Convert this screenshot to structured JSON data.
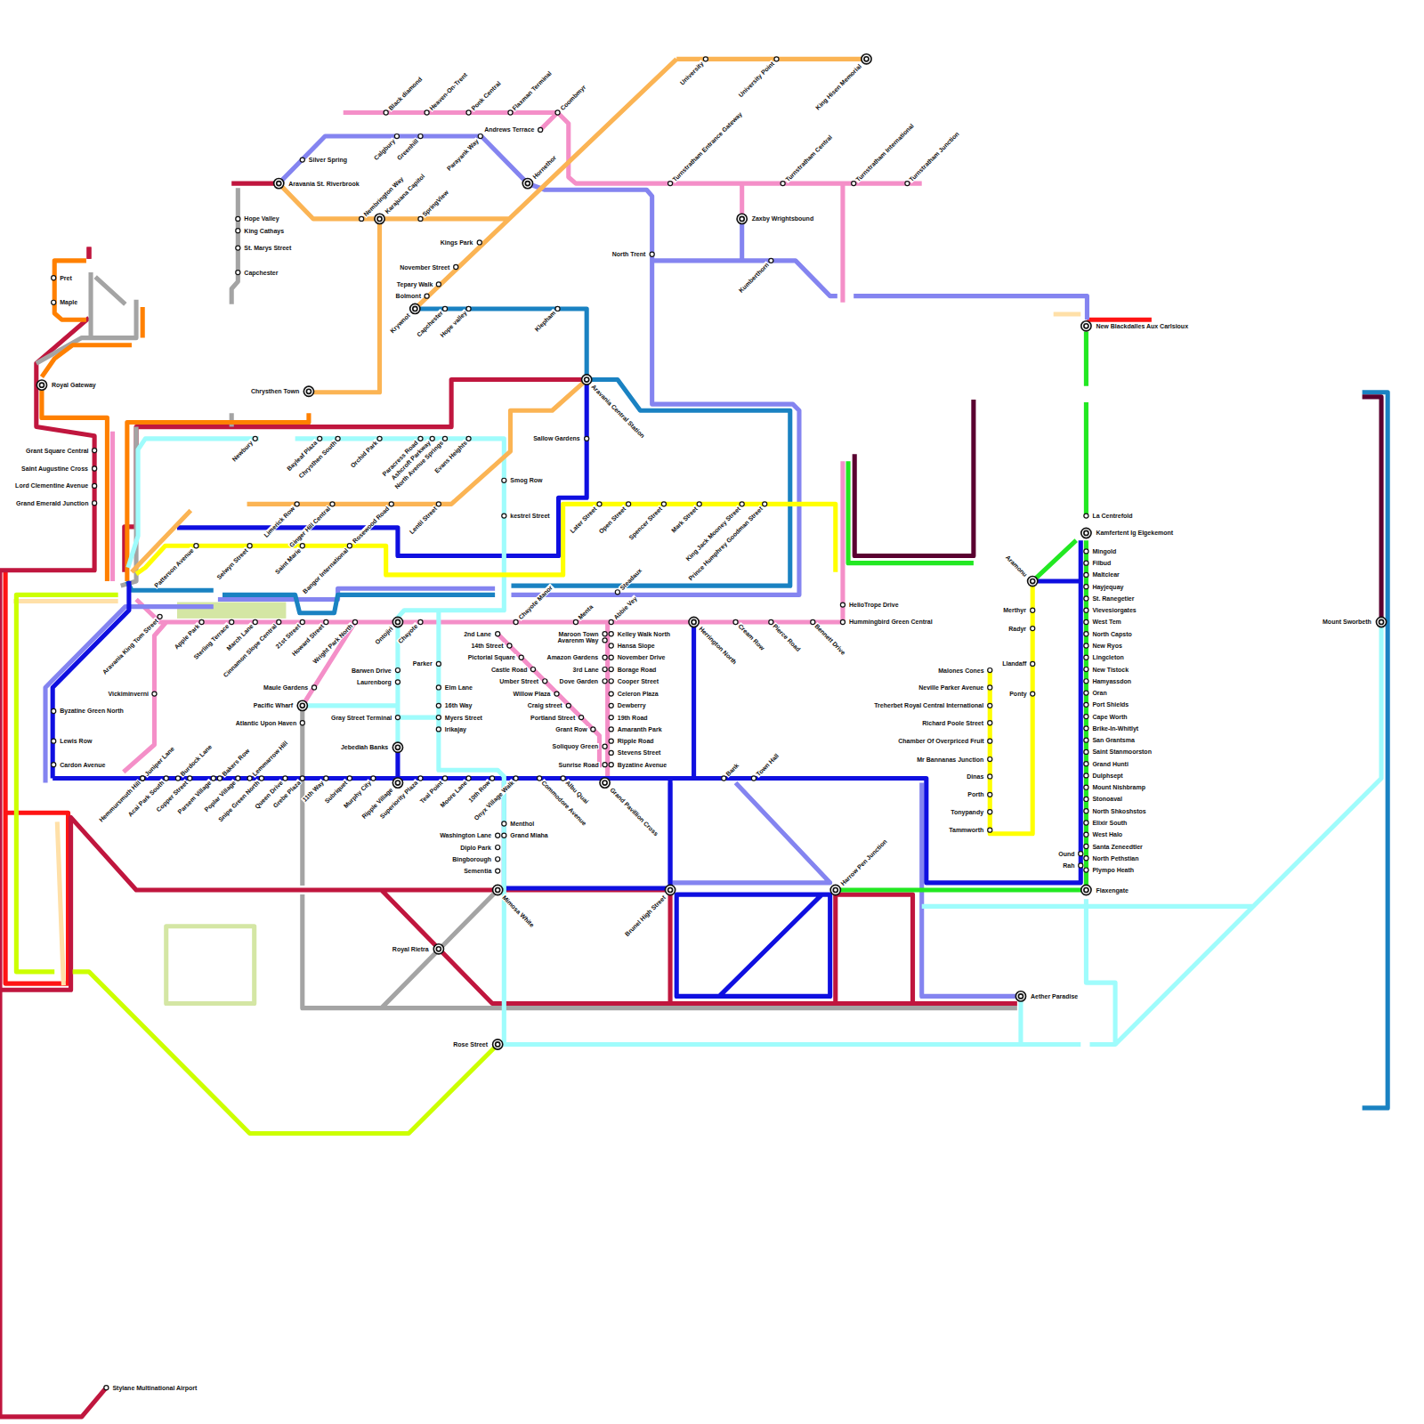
{
  "diagram": {
    "labels": [
      "Black diamond",
      "Heaven-On-Trent",
      "Ponk Central",
      "Flaxman Terminal",
      "Coombmyr",
      "Andrews Terrace",
      "University",
      "University Point",
      "King Hisen Memorial",
      "Silver Spring",
      "Calgbury",
      "Greenhill",
      "Parayank Way",
      "Hornethor",
      "Aravania St. Riverbrook",
      "Turnstratham Entrance Gateway",
      "Turnstratham Central",
      "Turnstratham International",
      "Turnstratham Junction",
      "Zaxby Wrightsbound",
      "Nembrington Way",
      "Karajuana Capitol",
      "SpringView",
      "Hope Valley",
      "King Cathays",
      "St. Marys Street",
      "Capchester",
      "Kings Park",
      "North Trent",
      "Kumberthorn",
      "November Street",
      "Tepary Walk",
      "Bolmont",
      "Krywnot",
      "Capchester",
      "Hope valley",
      "Klepham",
      "Pret",
      "Maple",
      "New Blackdalles Aux Carlsioux",
      "Royal Gateway",
      "Chrysthen Town",
      "Aravania Central Station",
      "Sallow Gardens",
      "Newbury",
      "Bayleaf Plaza",
      "Chrysthen South",
      "Orchid Park",
      "Paracress Road",
      "Ashcroft Parkway",
      "North Avenue Springs",
      "Evans Heights",
      "Grant Square Central",
      "Saint Augustine Cross",
      "Lord Clementine Avenue",
      "Grand Emerald Junction",
      "Smog Row",
      "kestrel Street",
      "Limerick Row",
      "Ginger Hill Central",
      "Rosewood Road",
      "Lentil Street",
      "Later Street",
      "Open Street",
      "Spencer Street",
      "Mark Street",
      "King Jack Mooney Street",
      "Prince Humphrey Goodman Street",
      "La Centrefold",
      "Kamfertent Ig Elgekemont",
      "Patterson Avenue",
      "Selwyn Street",
      "Saint Marie",
      "Bangor International",
      "Aramonu",
      "Merthyr",
      "Radyr",
      "Llandaff",
      "Ponty",
      "Mingold",
      "Filbud",
      "Maltclear",
      "Hayjequay",
      "St. Ranegetier",
      "Vievesiorgates",
      "West Tem",
      "North Capsto",
      "New Ryos",
      "Lingcleton",
      "New Tistock",
      "Hamyassdon",
      "Oran",
      "Port Shields",
      "Cape Worth",
      "Brike-In-Whitlyt",
      "San Grantsma",
      "Saint Stanmoorston",
      "Grand Hunti",
      "Dulphsept",
      "Mount Nishbramp",
      "Stonoaval",
      "North Shkoshstos",
      "Elixir South",
      "West Halo",
      "Santa Zeneedtler",
      "North Pethstian",
      "Plympo Heath",
      "Ound",
      "Rah",
      "Malones Cones",
      "Neville Parker Avenue",
      "Treherbet Royal Central International",
      "Richard Poole Street",
      "Chamber Of Overpriced Fruit",
      "Mr Bannanas Junction",
      "Dinas",
      "Porth",
      "Tonypandy",
      "Tammworth",
      "HelioTrope Drive",
      "Hummingbird Green Central",
      "Steadaux",
      "Aravania King Tom Street",
      "Apple Park",
      "Sterling Terrace",
      "March Lane",
      "Cinnamon Slope Central",
      "21st Street",
      "Howard Street",
      "Wright Park North",
      "Ontojiri",
      "Chayote",
      "Chayote Manor",
      "Menta",
      "Abbie Vey",
      "Herrington North",
      "Cream Row",
      "Pierce Road",
      "Bennett Drive",
      "Maroon Town",
      "Avarenm Way",
      "Kelley Walk North",
      "Hansa Slope",
      "2nd Lane",
      "14th Street",
      "Pictorial Square",
      "Amazon Gardens",
      "November Drive",
      "Castle Road",
      "3rd Lane",
      "Borage Road",
      "Umber Street",
      "Dove Garden",
      "Cooper Street",
      "Willow Plaza",
      "Celeron Plaza",
      "Craig street",
      "Dewberry",
      "Portland Street",
      "19th Road",
      "Grant Row",
      "Amaranth Park",
      "Ripple Road",
      "Soliquoy Green",
      "Stevens Street",
      "Sunrise Road",
      "Byzatine Avenue",
      "Grand Pavillion Cross",
      "Parker",
      "Barwen Drive",
      "Laurenborg",
      "Elm Lane",
      "Maule Gardens",
      "Vickiminverni",
      "Pacific Wharf",
      "16th Way",
      "Gray Street Terminal",
      "Myers Street",
      "Irikajay",
      "Atlantic Upon Haven",
      "Byzatine Green North",
      "Lewis Row",
      "Cardon Avenue",
      "Jebediah Banks",
      "Juniper Lane",
      "Burdock Lane",
      "Bakers Row",
      "Lemmarrow Hill",
      "Bank",
      "Town Hall",
      "Hemmursmuth Hill",
      "Acai Park South",
      "Copper Street",
      "Parsem Village",
      "Poplar Village",
      "Snipe Green North",
      "Queen Drive",
      "Grebe Plaza",
      "11th Way",
      "Subriquet",
      "Murphy City",
      "Ripple Village",
      "Superiority Plaza",
      "Teal Point",
      "Moore Lane",
      "10th Row",
      "Onyx Village Walk",
      "Commodore Avenue",
      "Albu Quai",
      "Menthol",
      "Washington Lane",
      "Grand Miaha",
      "Diplo Park",
      "Bingborough",
      "Sementia",
      "Mimosa White",
      "Brunel High Street",
      "Harrow Pen Junction",
      "Flaxengate",
      "Royal Rietra",
      "Aether Paradise",
      "Rose Street",
      "Mount Sworbeth",
      "Stylane Multinational Airport"
    ]
  }
}
